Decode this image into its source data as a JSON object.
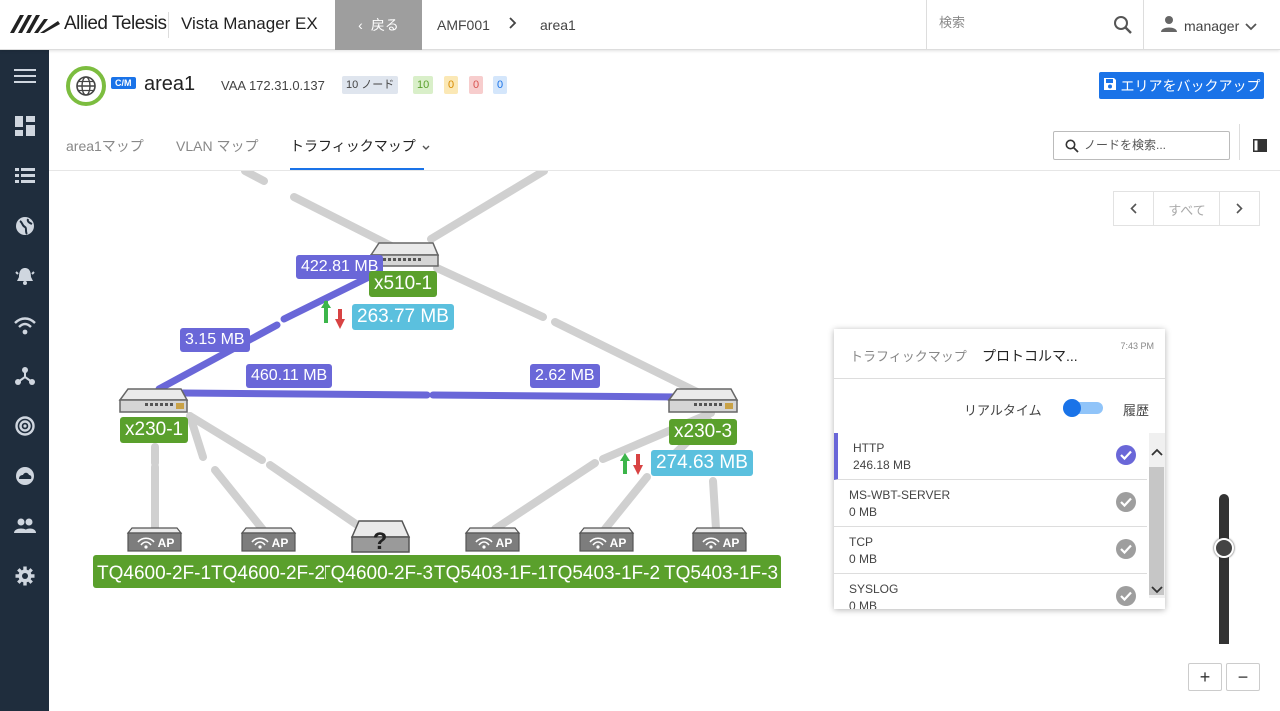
{
  "brand": {
    "company": "Allied Telesis",
    "product": "Vista Manager EX"
  },
  "nav": {
    "back_label": "戻る",
    "breadcrumb": [
      "AMF001",
      "area1"
    ]
  },
  "search": {
    "placeholder": "検索"
  },
  "user": {
    "name": "manager"
  },
  "area": {
    "badge": "C/M",
    "title": "area1",
    "vaa": "VAA 172.31.0.137",
    "node_count": "10 ノード",
    "counts": [
      {
        "value": "10",
        "color": "#5aa02c",
        "bg": "#d9efc9"
      },
      {
        "value": "0",
        "color": "#d88a00",
        "bg": "#fbe8b5"
      },
      {
        "value": "0",
        "color": "#d9534f",
        "bg": "#f7cdcd"
      },
      {
        "value": "0",
        "color": "#1a73e8",
        "bg": "#d4e6fb"
      }
    ],
    "backup_label": "エリアをバックアップ"
  },
  "tabs": [
    {
      "label": "area1マップ"
    },
    {
      "label": "VLAN マップ"
    },
    {
      "label": "トラフィックマップ",
      "active": true
    }
  ],
  "node_search": {
    "placeholder": "ノードを検索..."
  },
  "pager": {
    "label": "すべて"
  },
  "map": {
    "nodes": [
      {
        "id": "x510-1",
        "label": "x510-1"
      },
      {
        "id": "x230-1",
        "label": "x230-1"
      },
      {
        "id": "x230-3",
        "label": "x230-3"
      }
    ],
    "traffic": [
      {
        "node": "x510-1",
        "value": "263.77 MB"
      },
      {
        "node": "x230-3",
        "value": "274.63 MB"
      }
    ],
    "links": [
      {
        "label": "422.81 MB"
      },
      {
        "label": "3.15 MB"
      },
      {
        "label": "460.11 MB"
      },
      {
        "label": "2.62 MB"
      }
    ],
    "aps": [
      {
        "label": "TQ4600-2F-1",
        "icon": "AP"
      },
      {
        "label": "TQ4600-2F-2",
        "icon": "AP"
      },
      {
        "label": "TQ4600-2F-3",
        "icon": "?"
      },
      {
        "label": "TQ5403-1F-1",
        "icon": "AP"
      },
      {
        "label": "TQ5403-1F-2",
        "icon": "AP"
      },
      {
        "label": "TQ5403-1F-3",
        "icon": "AP"
      }
    ]
  },
  "panel": {
    "subtitle": "トラフィックマップ",
    "title": "プロトコルマ...",
    "time": "7:43 PM",
    "realtime_label": "リアルタイム",
    "history_label": "履歴",
    "protocols": [
      {
        "name": "HTTP",
        "value": "246.18 MB",
        "selected": true
      },
      {
        "name": "MS-WBT-SERVER",
        "value": "0 MB"
      },
      {
        "name": "TCP",
        "value": "0 MB"
      },
      {
        "name": "SYSLOG",
        "value": "0 MB"
      }
    ]
  },
  "zoom": {
    "in_label": "+",
    "out_label": "−"
  },
  "colors": {
    "accent": "#1a73e8",
    "node_green": "#5aa02c",
    "link_purple": "#6a67d8",
    "traffic_blue": "#5bc0de",
    "sidebar": "#1f2d3d"
  }
}
